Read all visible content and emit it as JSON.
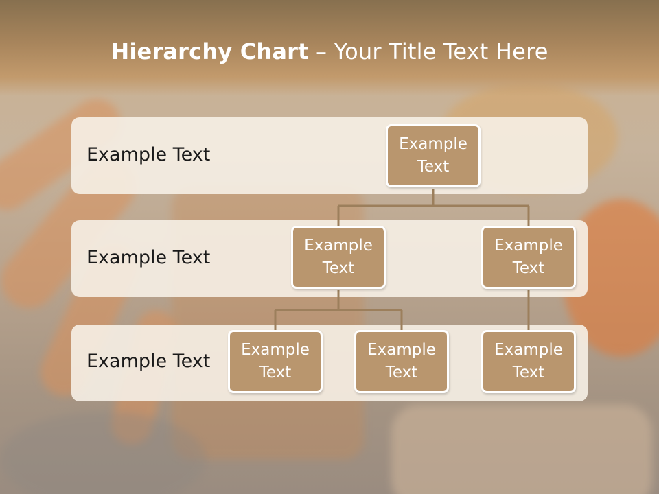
{
  "title": {
    "bold": "Hierarchy Chart",
    "rest": " – Your Title Text Here"
  },
  "rows": [
    {
      "label": "Example Text"
    },
    {
      "label": "Example Text"
    },
    {
      "label": "Example Text"
    }
  ],
  "nodes": {
    "root": "Example Text",
    "level2_left": "Example Text",
    "level2_right": "Example Text",
    "level3_a": "Example Text",
    "level3_b": "Example Text",
    "level3_c": "Example Text"
  },
  "colors": {
    "node_fill": "#b9966e",
    "node_border": "#ffffff",
    "connector": "#9c7f5c",
    "band_fill": "#f6f0e5",
    "header": "#a8855c"
  }
}
